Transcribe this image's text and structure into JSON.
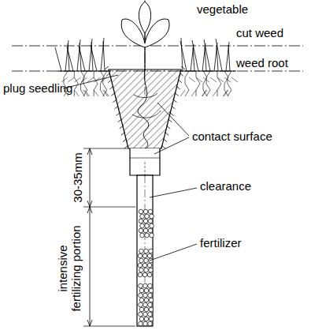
{
  "diagram": {
    "labels": [
      "vegetable",
      "cut weed",
      "weed root",
      "plug seedling",
      "contact surface",
      "30-35mm",
      "clearance",
      "fertilizer",
      "intensive fertilizing portion"
    ]
  }
}
